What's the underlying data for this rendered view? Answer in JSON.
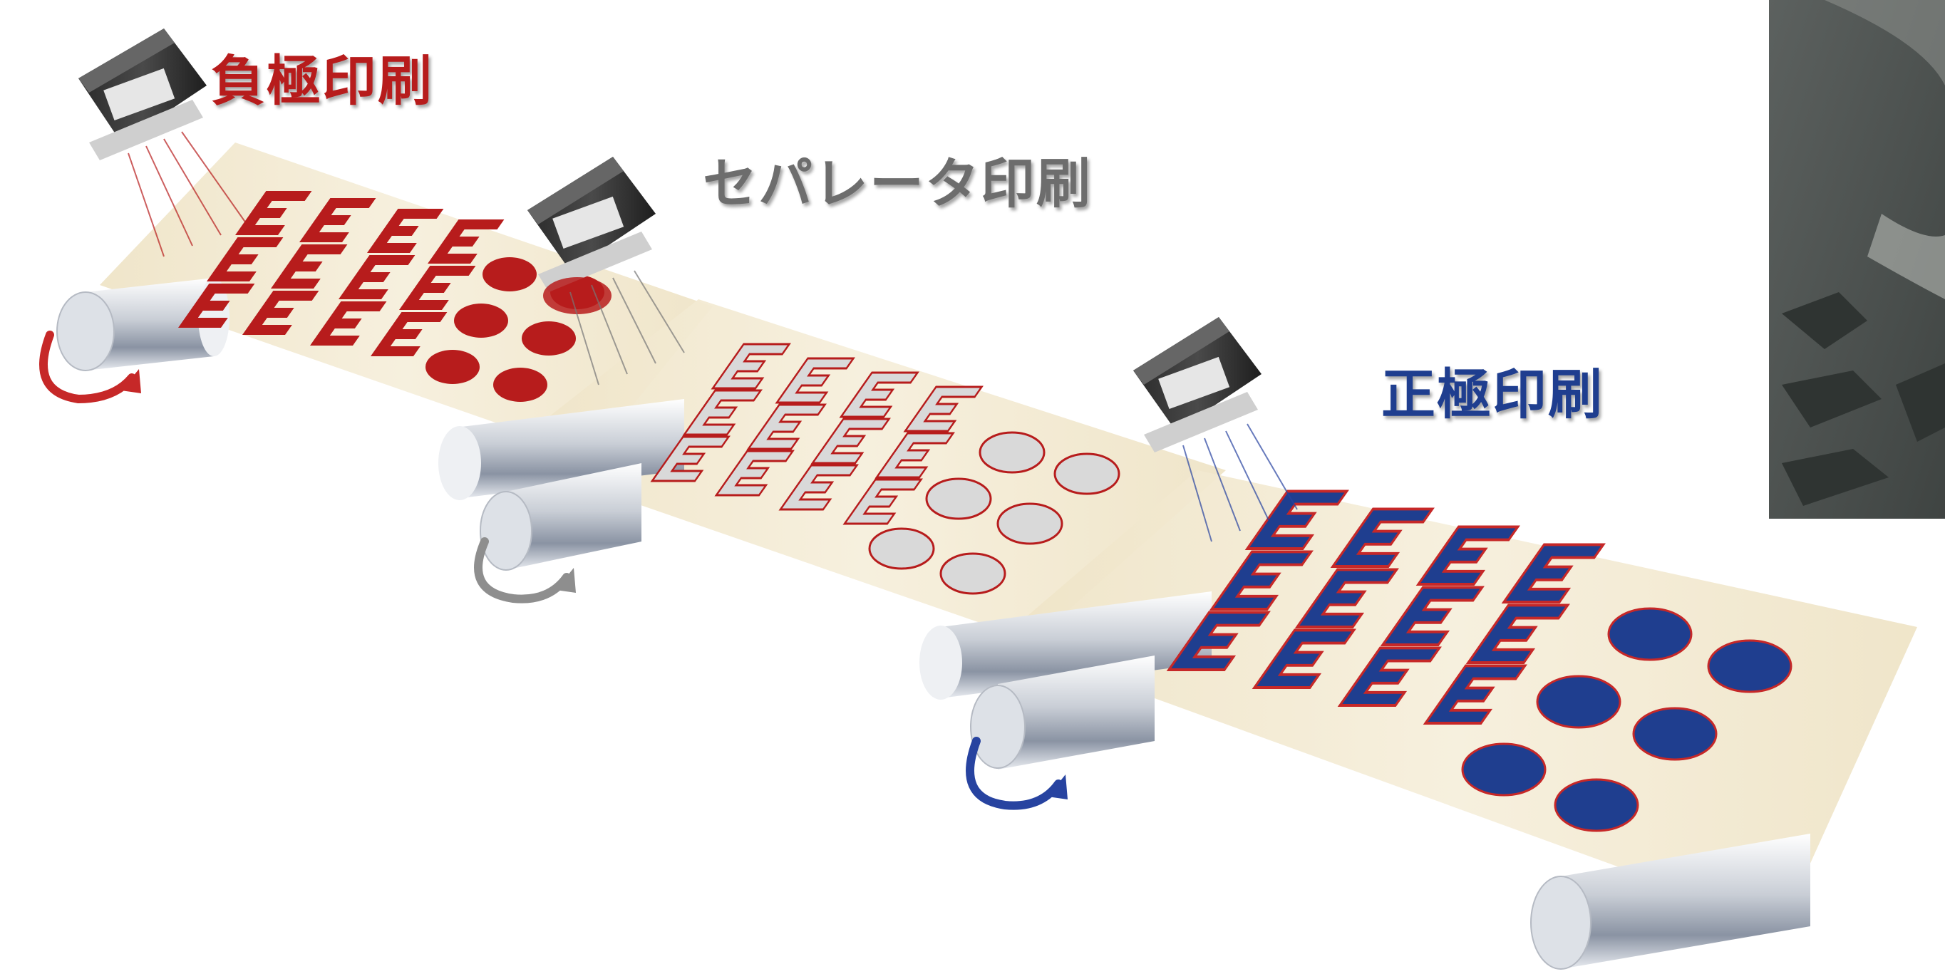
{
  "labels": {
    "negative": "負極印刷",
    "separator": "セパレータ印刷",
    "positive": "正極印刷"
  },
  "colors": {
    "negative": "#b71c1c",
    "separator": "#6d6d6d",
    "positive": "#1f3e8f",
    "web": "#f3ead2",
    "separator_fill": "#d9d9d9"
  }
}
